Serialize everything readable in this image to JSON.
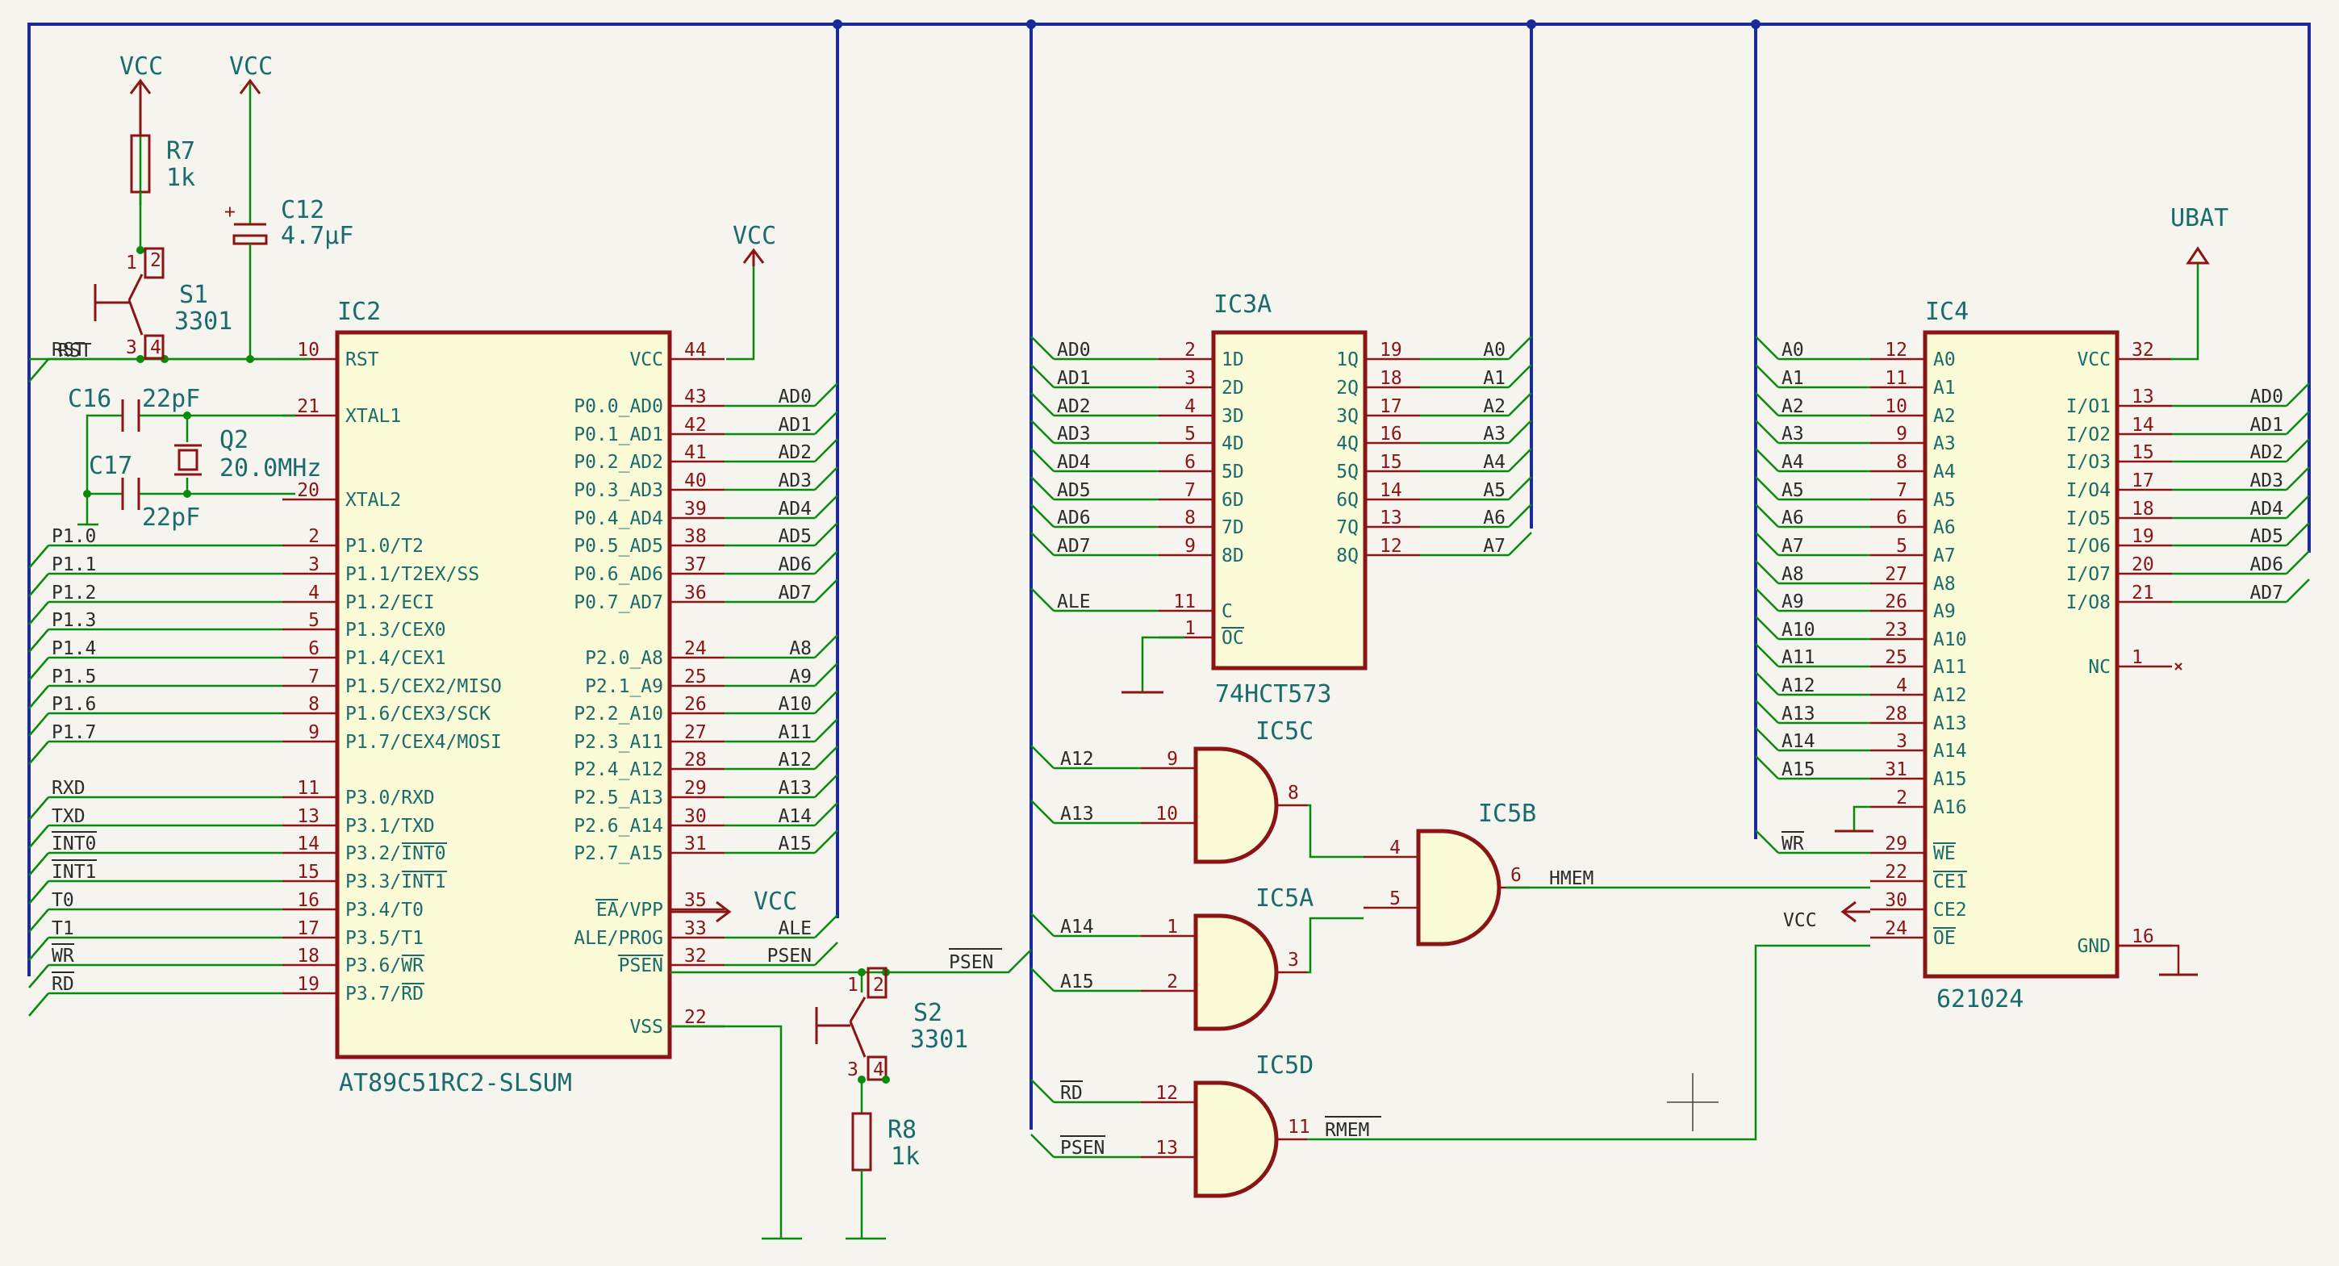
{
  "colors": {
    "background": "#f5f4ef",
    "bus": "#1a2a9a",
    "wire": "#0a8a0a",
    "symbol": "#8b1414",
    "text": "#1a6b6b",
    "net": "#2b2b2b"
  },
  "ic2": {
    "ref": "IC2",
    "value": "AT89C51RC2-SLSUM",
    "left": [
      {
        "n": "RST",
        "p": "10",
        "net": "RST"
      },
      {
        "n": "XTAL1",
        "p": "21",
        "net": ""
      },
      {
        "n": "XTAL2",
        "p": "20",
        "net": ""
      },
      {
        "n": "P1.0/T2",
        "p": "2",
        "net": "P1.0"
      },
      {
        "n": "P1.1/T2EX/SS",
        "p": "3",
        "net": "P1.1"
      },
      {
        "n": "P1.2/ECI",
        "p": "4",
        "net": "P1.2"
      },
      {
        "n": "P1.3/CEX0",
        "p": "5",
        "net": "P1.3"
      },
      {
        "n": "P1.4/CEX1",
        "p": "6",
        "net": "P1.4"
      },
      {
        "n": "P1.5/CEX2/MISO",
        "p": "7",
        "net": "P1.5"
      },
      {
        "n": "P1.6/CEX3/SCK",
        "p": "8",
        "net": "P1.6"
      },
      {
        "n": "P1.7/CEX4/MOSI",
        "p": "9",
        "net": "P1.7"
      },
      {
        "n": "P3.0/RXD",
        "p": "11",
        "net": "RXD"
      },
      {
        "n": "P3.1/TXD",
        "p": "13",
        "net": "TXD"
      },
      {
        "n": "P3.2/INT0",
        "p": "14",
        "net": "INT0"
      },
      {
        "n": "P3.3/INT1",
        "p": "15",
        "net": "INT1"
      },
      {
        "n": "P3.4/T0",
        "p": "16",
        "net": "T0"
      },
      {
        "n": "P3.5/T1",
        "p": "17",
        "net": "T1"
      },
      {
        "n": "P3.6/WR",
        "p": "18",
        "net": "WR"
      },
      {
        "n": "P3.7/RD",
        "p": "19",
        "net": "RD"
      }
    ],
    "right": [
      {
        "n": "VCC",
        "p": "44",
        "net": ""
      },
      {
        "n": "P0.0_AD0",
        "p": "43",
        "net": "AD0"
      },
      {
        "n": "P0.1_AD1",
        "p": "42",
        "net": "AD1"
      },
      {
        "n": "P0.2_AD2",
        "p": "41",
        "net": "AD2"
      },
      {
        "n": "P0.3_AD3",
        "p": "40",
        "net": "AD3"
      },
      {
        "n": "P0.4_AD4",
        "p": "39",
        "net": "AD4"
      },
      {
        "n": "P0.5_AD5",
        "p": "38",
        "net": "AD5"
      },
      {
        "n": "P0.6_AD6",
        "p": "37",
        "net": "AD6"
      },
      {
        "n": "P0.7_AD7",
        "p": "36",
        "net": "AD7"
      },
      {
        "n": "P2.0_A8",
        "p": "24",
        "net": "A8"
      },
      {
        "n": "P2.1_A9",
        "p": "25",
        "net": "A9"
      },
      {
        "n": "P2.2_A10",
        "p": "26",
        "net": "A10"
      },
      {
        "n": "P2.3_A11",
        "p": "27",
        "net": "A11"
      },
      {
        "n": "P2.4_A12",
        "p": "28",
        "net": "A12"
      },
      {
        "n": "P2.5_A13",
        "p": "29",
        "net": "A13"
      },
      {
        "n": "P2.6_A14",
        "p": "30",
        "net": "A14"
      },
      {
        "n": "P2.7_A15",
        "p": "31",
        "net": "A15"
      },
      {
        "n": "EA/VPP",
        "p": "35",
        "net": ""
      },
      {
        "n": "ALE/PROG",
        "p": "33",
        "net": "ALE"
      },
      {
        "n": "PSEN",
        "p": "32",
        "net": "PSEN"
      },
      {
        "n": "VSS",
        "p": "22",
        "net": ""
      }
    ]
  },
  "ic3a": {
    "ref": "IC3A",
    "value": "74HCT573",
    "left": [
      {
        "n": "1D",
        "p": "2",
        "net": "AD0"
      },
      {
        "n": "2D",
        "p": "3",
        "net": "AD1"
      },
      {
        "n": "3D",
        "p": "4",
        "net": "AD2"
      },
      {
        "n": "4D",
        "p": "5",
        "net": "AD3"
      },
      {
        "n": "5D",
        "p": "6",
        "net": "AD4"
      },
      {
        "n": "6D",
        "p": "7",
        "net": "AD5"
      },
      {
        "n": "7D",
        "p": "8",
        "net": "AD6"
      },
      {
        "n": "8D",
        "p": "9",
        "net": "AD7"
      },
      {
        "n": "C",
        "p": "11",
        "net": "ALE"
      },
      {
        "n": "OC",
        "p": "1",
        "net": ""
      }
    ],
    "right": [
      {
        "n": "1Q",
        "p": "19",
        "net": "A0"
      },
      {
        "n": "2Q",
        "p": "18",
        "net": "A1"
      },
      {
        "n": "3Q",
        "p": "17",
        "net": "A2"
      },
      {
        "n": "4Q",
        "p": "16",
        "net": "A3"
      },
      {
        "n": "5Q",
        "p": "15",
        "net": "A4"
      },
      {
        "n": "6Q",
        "p": "14",
        "net": "A5"
      },
      {
        "n": "7Q",
        "p": "13",
        "net": "A6"
      },
      {
        "n": "8Q",
        "p": "12",
        "net": "A7"
      }
    ]
  },
  "ic4": {
    "ref": "IC4",
    "value": "621024",
    "left": [
      {
        "n": "A0",
        "p": "12",
        "net": "A0"
      },
      {
        "n": "A1",
        "p": "11",
        "net": "A1"
      },
      {
        "n": "A2",
        "p": "10",
        "net": "A2"
      },
      {
        "n": "A3",
        "p": "9",
        "net": "A3"
      },
      {
        "n": "A4",
        "p": "8",
        "net": "A4"
      },
      {
        "n": "A5",
        "p": "7",
        "net": "A5"
      },
      {
        "n": "A6",
        "p": "6",
        "net": "A6"
      },
      {
        "n": "A7",
        "p": "5",
        "net": "A7"
      },
      {
        "n": "A8",
        "p": "27",
        "net": "A8"
      },
      {
        "n": "A9",
        "p": "26",
        "net": "A9"
      },
      {
        "n": "A10",
        "p": "23",
        "net": "A10"
      },
      {
        "n": "A11",
        "p": "25",
        "net": "A11"
      },
      {
        "n": "A12",
        "p": "4",
        "net": "A12"
      },
      {
        "n": "A13",
        "p": "28",
        "net": "A13"
      },
      {
        "n": "A14",
        "p": "3",
        "net": "A14"
      },
      {
        "n": "A15",
        "p": "31",
        "net": "A15"
      },
      {
        "n": "A16",
        "p": "2",
        "net": ""
      },
      {
        "n": "WE",
        "p": "29",
        "net": "WR"
      },
      {
        "n": "CE1",
        "p": "22",
        "net": ""
      },
      {
        "n": "CE2",
        "p": "30",
        "net": ""
      },
      {
        "n": "OE",
        "p": "24",
        "net": ""
      }
    ],
    "right": [
      {
        "n": "VCC",
        "p": "32",
        "net": ""
      },
      {
        "n": "I/O1",
        "p": "13",
        "net": "AD0"
      },
      {
        "n": "I/O2",
        "p": "14",
        "net": "AD1"
      },
      {
        "n": "I/O3",
        "p": "15",
        "net": "AD2"
      },
      {
        "n": "I/O4",
        "p": "17",
        "net": "AD3"
      },
      {
        "n": "I/O5",
        "p": "18",
        "net": "AD4"
      },
      {
        "n": "I/O6",
        "p": "19",
        "net": "AD5"
      },
      {
        "n": "I/O7",
        "p": "20",
        "net": "AD6"
      },
      {
        "n": "I/O8",
        "p": "21",
        "net": "AD7"
      },
      {
        "n": "NC",
        "p": "1",
        "net": ""
      },
      {
        "n": "GND",
        "p": "16",
        "net": ""
      }
    ]
  },
  "gates": [
    {
      "ref": "IC5C",
      "in1": {
        "p": "9",
        "net": "A12"
      },
      "in2": {
        "p": "10",
        "net": "A13"
      },
      "out": "8"
    },
    {
      "ref": "IC5A",
      "in1": {
        "p": "1",
        "net": "A14"
      },
      "in2": {
        "p": "2",
        "net": "A15"
      },
      "out": "3"
    },
    {
      "ref": "IC5B",
      "in1": {
        "p": "4",
        "net": ""
      },
      "in2": {
        "p": "5",
        "net": ""
      },
      "out": "6",
      "outnet": "HMEM"
    },
    {
      "ref": "IC5D",
      "in1": {
        "p": "12",
        "net": "RD"
      },
      "in2": {
        "p": "13",
        "net": "PSEN"
      },
      "out": "11",
      "outnet": "RMEM"
    }
  ],
  "parts": {
    "r7": {
      "ref": "R7",
      "val": "1k"
    },
    "r8": {
      "ref": "R8",
      "val": "1k"
    },
    "c12": {
      "ref": "C12",
      "val": "4.7µF"
    },
    "c16": {
      "ref": "C16",
      "val": "22pF"
    },
    "c17": {
      "ref": "C17",
      "val": "22pF"
    },
    "q2": {
      "ref": "Q2",
      "val": "20.0MHz"
    },
    "s1": {
      "ref": "S1",
      "val": "3301",
      "p1": "1",
      "p2": "2",
      "p3": "3",
      "p4": "4"
    },
    "s2": {
      "ref": "S2",
      "val": "3301",
      "p1": "1",
      "p2": "2",
      "p3": "3",
      "p4": "4"
    }
  },
  "power": {
    "vcc": "VCC",
    "ubat": "UBAT"
  },
  "netlabels": {
    "psen": "PSEN",
    "ale": "ALE",
    "rst": "RST",
    "hmem": "HMEM",
    "rmem": "RMEM",
    "vcc": "VCC"
  }
}
